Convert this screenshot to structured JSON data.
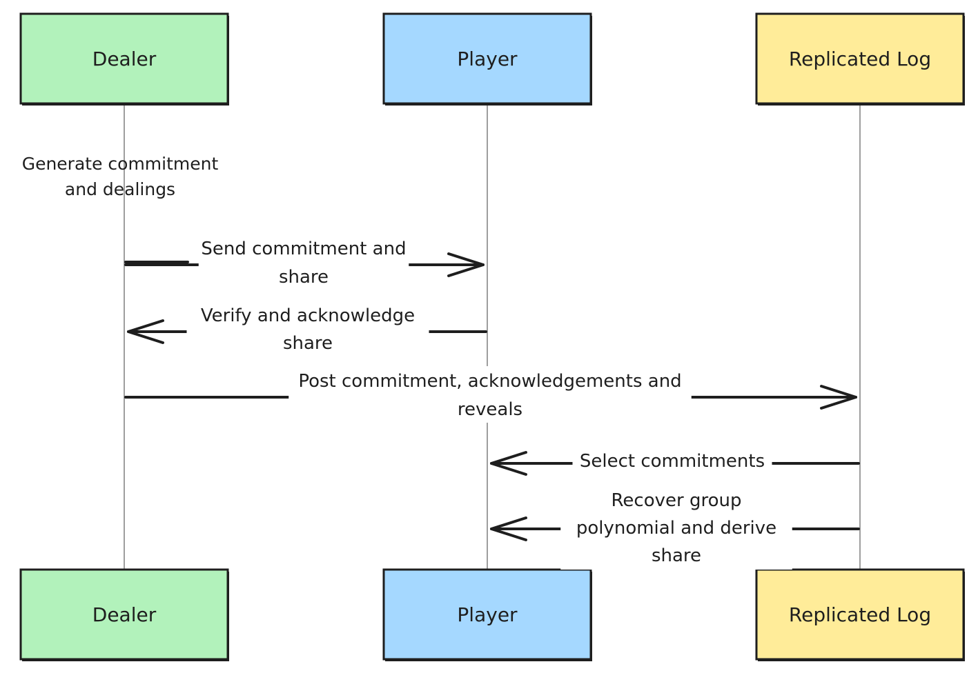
{
  "actors": [
    {
      "id": "dealer",
      "label": "Dealer",
      "color": "#b2f2bb"
    },
    {
      "id": "player",
      "label": "Player",
      "color": "#a5d8ff"
    },
    {
      "id": "log",
      "label": "Replicated Log",
      "color": "#ffec99"
    }
  ],
  "note": {
    "actor": "dealer",
    "lines": [
      "Generate commitment",
      "and dealings"
    ]
  },
  "messages": [
    {
      "from": "dealer",
      "to": "player",
      "lines": [
        "Send commitment and",
        "share"
      ]
    },
    {
      "from": "player",
      "to": "dealer",
      "lines": [
        "Verify and acknowledge",
        "share"
      ]
    },
    {
      "from": "dealer",
      "to": "log",
      "lines": [
        "Post commitment, acknowledgements and",
        "reveals"
      ]
    },
    {
      "from": "log",
      "to": "player",
      "lines": [
        "Select commitments"
      ]
    },
    {
      "from": "log",
      "to": "player",
      "lines": [
        "Recover group",
        "polynomial and derive",
        "share"
      ]
    }
  ]
}
